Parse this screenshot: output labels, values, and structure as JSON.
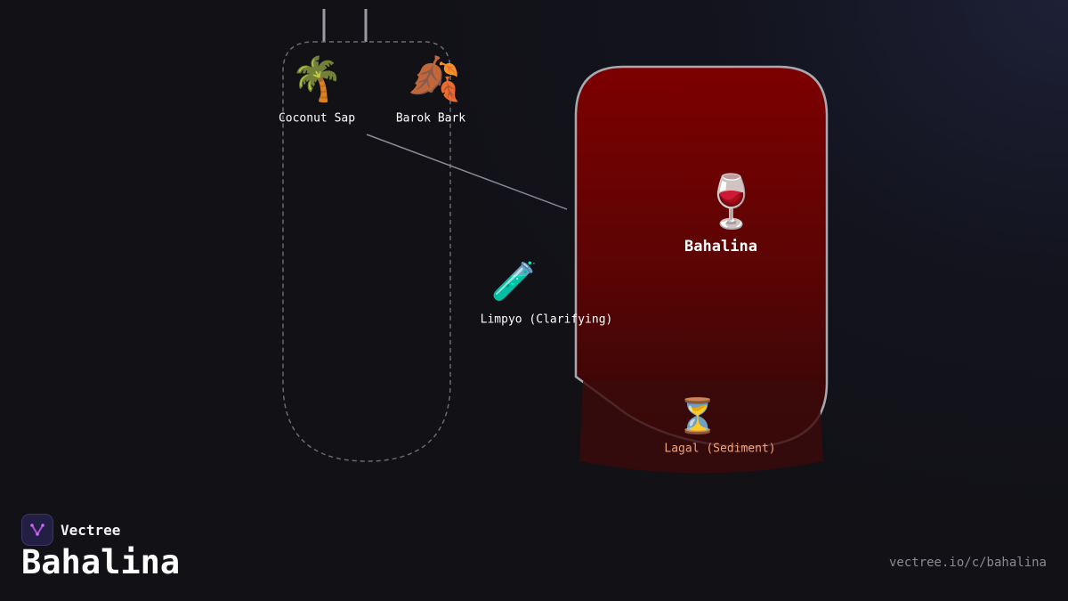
{
  "brand": {
    "name": "Vectree",
    "logo_icon": "vectree-logo-icon"
  },
  "page_title": "Bahalina",
  "url": "vectree.io/c/bahalina",
  "colors": {
    "background": "#111116",
    "vessel_red_top": "#7d0000",
    "vessel_red_bottom": "#2e0808",
    "sediment_text": "#f2a37a",
    "outline_gray": "#9a9aa2"
  },
  "diagram": {
    "ingredients": [
      {
        "label": "Coconut Sap",
        "icon": "palm-tree-icon",
        "glyph": "🌴"
      },
      {
        "label": "Barok Bark",
        "icon": "fallen-leaves-icon",
        "glyph": "🍂"
      }
    ],
    "process": {
      "label": "Limpyo (Clarifying)",
      "icon": "test-tube-icon",
      "glyph": "🧪"
    },
    "product": {
      "label": "Bahalina",
      "icon": "wine-glass-icon",
      "glyph": "🍷"
    },
    "sediment": {
      "label": "Lagal (Sediment)",
      "icon": "hourglass-icon",
      "glyph": "⏳"
    }
  }
}
